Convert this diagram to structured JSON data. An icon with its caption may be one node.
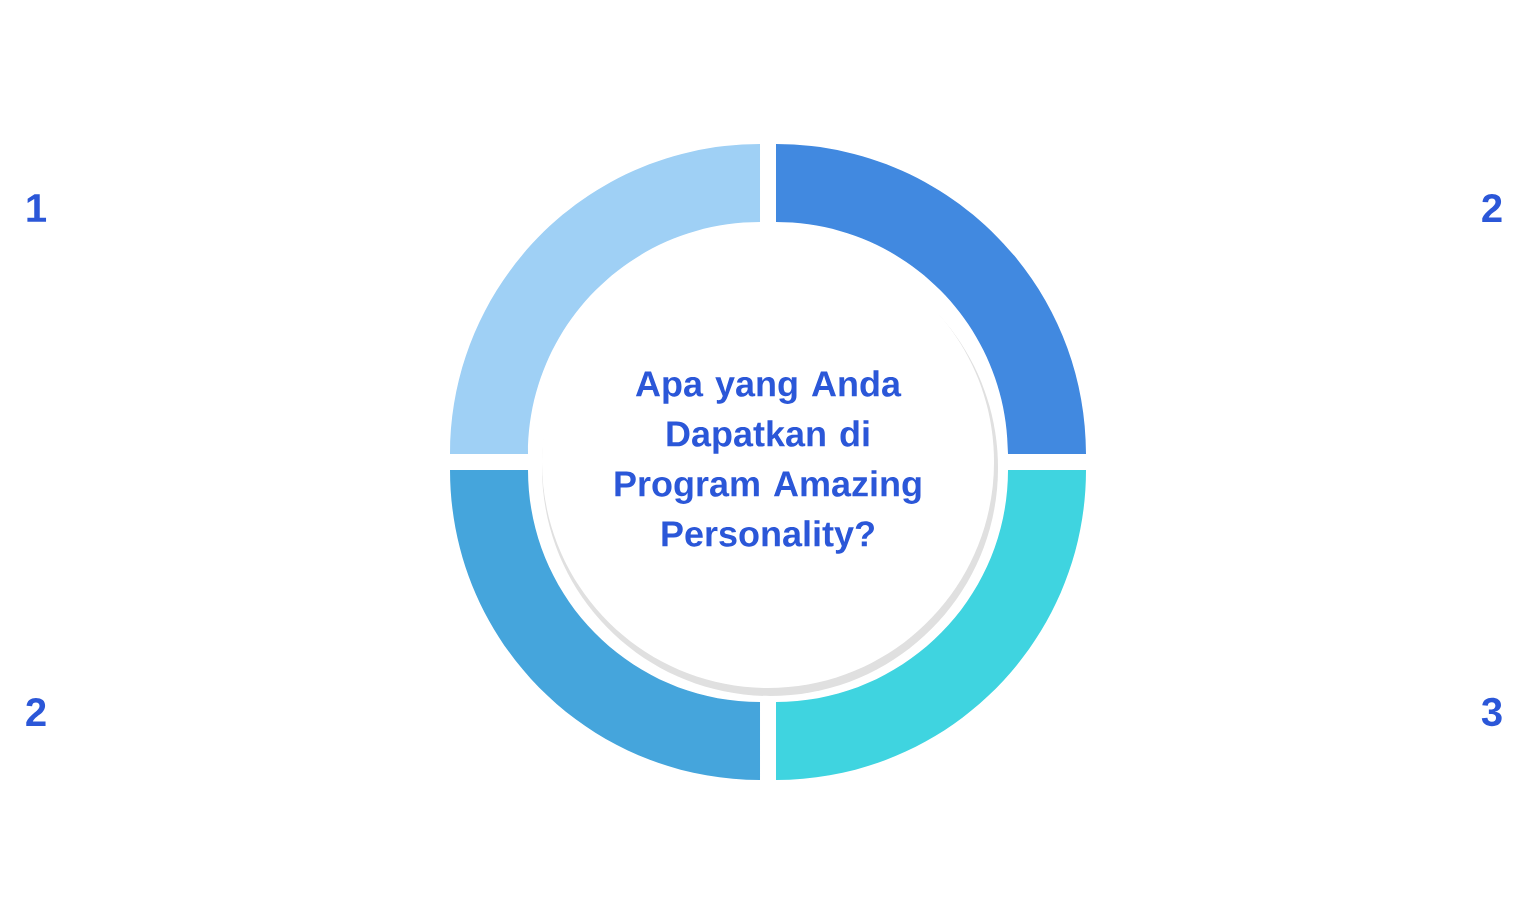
{
  "diagram": {
    "nodes": [
      {
        "text": [
          "Apa yang Anda Dapatkan di Program Amazing Personality?"
        ]
      },
      {
        "text": [],
        "shape": "arc"
      },
      {
        "text": [],
        "shape": "arc"
      },
      {
        "text": [],
        "shape": "arc"
      },
      {
        "text": [],
        "shape": "arc"
      }
    ],
    "labels": [
      "1",
      "2",
      "2",
      "3"
    ]
  }
}
